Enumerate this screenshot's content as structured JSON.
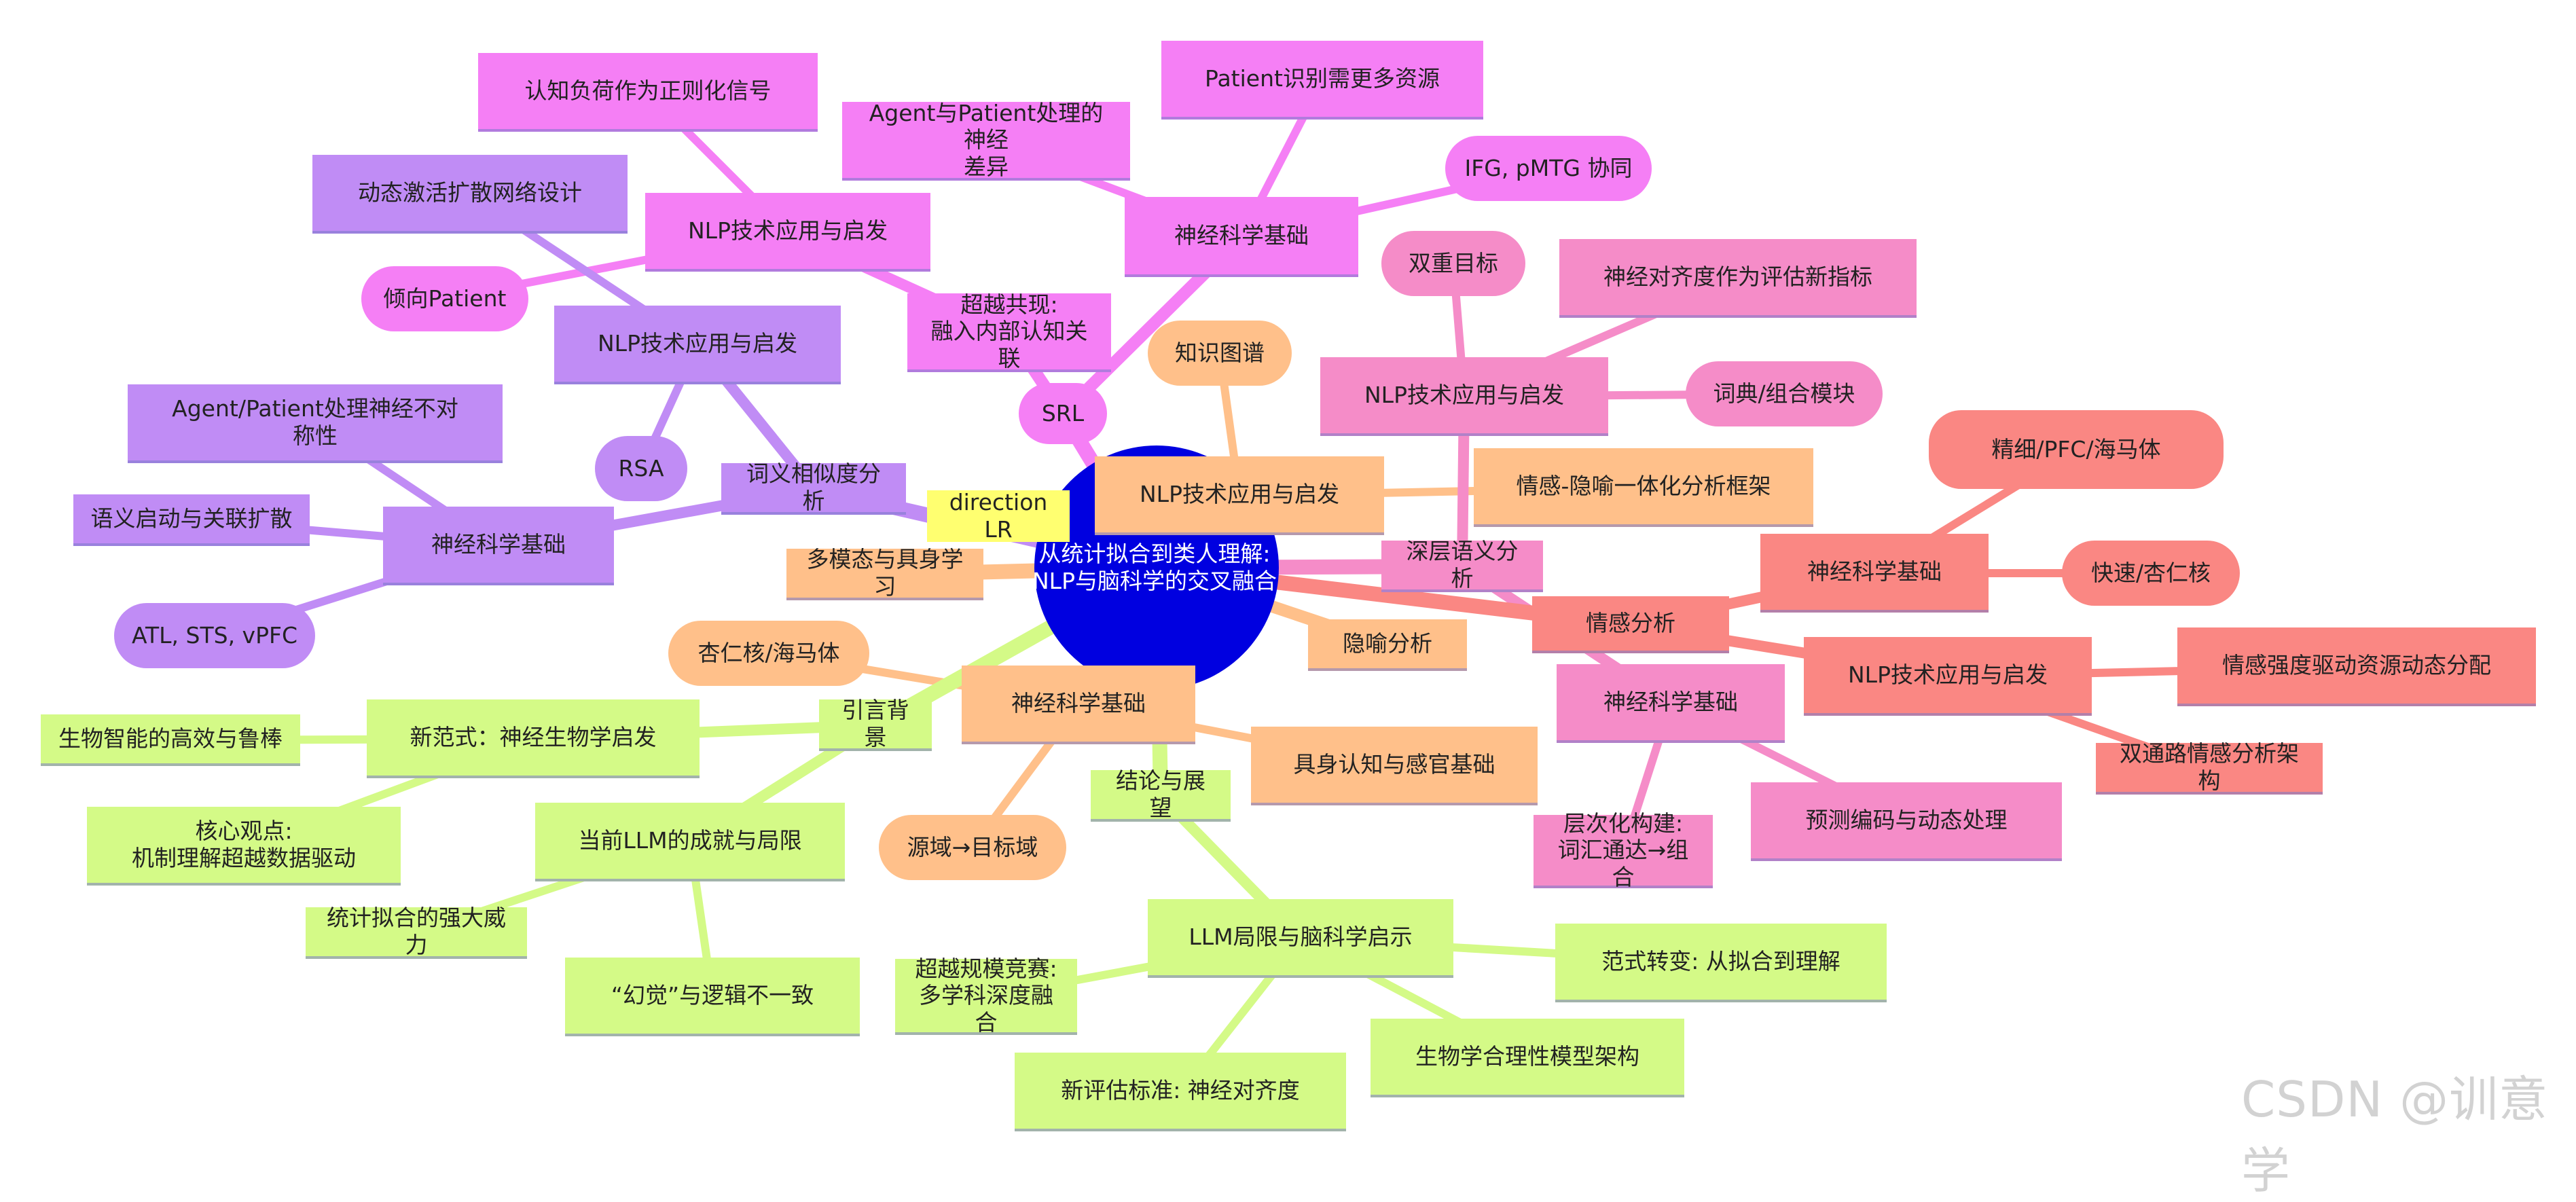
{
  "root": {
    "label": "从统计拟合到类人理解:\nNLP与脑科学的交叉融合",
    "color": "#0000e0"
  },
  "direction_label": "direction LR",
  "watermark": "CSDN @训意学",
  "colors": {
    "magenta": "#f57ff5",
    "purple": "#c08cf5",
    "orange": "#ffc08a",
    "pink": "#f58cc8",
    "salmon": "#fa8783",
    "lime": "#d4fa87",
    "yellow": "#ffff70"
  },
  "nodes": {
    "srl": "SRL",
    "srl_transcend": "超越共现:\n融入内部认知关联",
    "srl_nlp": "NLP技术应用与启发",
    "srl_cognitive_load": "认知负荷作为正则化信号",
    "srl_patient_bias": "倾向Patient",
    "srl_neuro": "神经科学基础",
    "srl_agent_patient_diff": "Agent与Patient处理的神经\n差异",
    "srl_patient_resources": "Patient识别需更多资源",
    "srl_ifg": "IFG, pMTG 协同",
    "sim_nlp": "NLP技术应用与启发",
    "sim_dynamic_network": "动态激活扩散网络设计",
    "sim_rsa": "RSA",
    "similarity": "词义相似度分析",
    "sim_neuro": "神经科学基础",
    "sim_asymmetry": "Agent/Patient处理神经不对\n称性",
    "sim_priming": "语义启动与关联扩散",
    "sim_atl": "ATL, STS, vPFC",
    "multimodal": "多模态与具身学习",
    "mm_nlp": "NLP技术应用与启发",
    "mm_kg": "知识图谱",
    "mm_emotion_metaphor": "情感-隐喻一体化分析框架",
    "mm_metaphor": "隐喻分析",
    "mm_neuro": "神经科学基础",
    "mm_amygdala": "杏仁核/海马体",
    "mm_embodied": "具身认知与感官基础",
    "mm_source_target": "源域→目标域",
    "deep": "深层语义分析",
    "deep_nlp": "NLP技术应用与启发",
    "deep_dual": "双重目标",
    "deep_alignment": "神经对齐度作为评估新指标",
    "deep_lexicon": "词典/组合模块",
    "deep_neuro": "神经科学基础",
    "deep_hierarchical": "层次化构建:\n词汇通达→组合",
    "deep_predictive": "预测编码与动态处理",
    "emotion": "情感分析",
    "emo_neuro": "神经科学基础",
    "emo_fine": "精细/PFC/海马体",
    "emo_fast": "快速/杏仁核",
    "emo_nlp": "NLP技术应用与启发",
    "emo_dynamic": "情感强度驱动资源动态分配",
    "emo_dual_path": "双通路情感分析架构",
    "intro": "引言背景",
    "intro_paradigm": "新范式：神经生物学启发",
    "intro_bio": "生物智能的高效与鲁棒",
    "intro_core": "核心观点:\n机制理解超越数据驱动",
    "intro_llm": "当前LLM的成就与局限",
    "intro_stat": "统计拟合的强大威力",
    "intro_hallucination": "“幻觉”与逻辑不一致",
    "conclusion": "结论与展望",
    "conc_llm": "LLM局限与脑科学启示",
    "conc_beyond_scale": "超越规模竞赛:\n多学科深度融合",
    "conc_paradigm_shift": "范式转变: 从拟合到理解",
    "conc_bio_model": "生物学合理性模型架构",
    "conc_neural_eval": "新评估标准: 神经对齐度"
  }
}
